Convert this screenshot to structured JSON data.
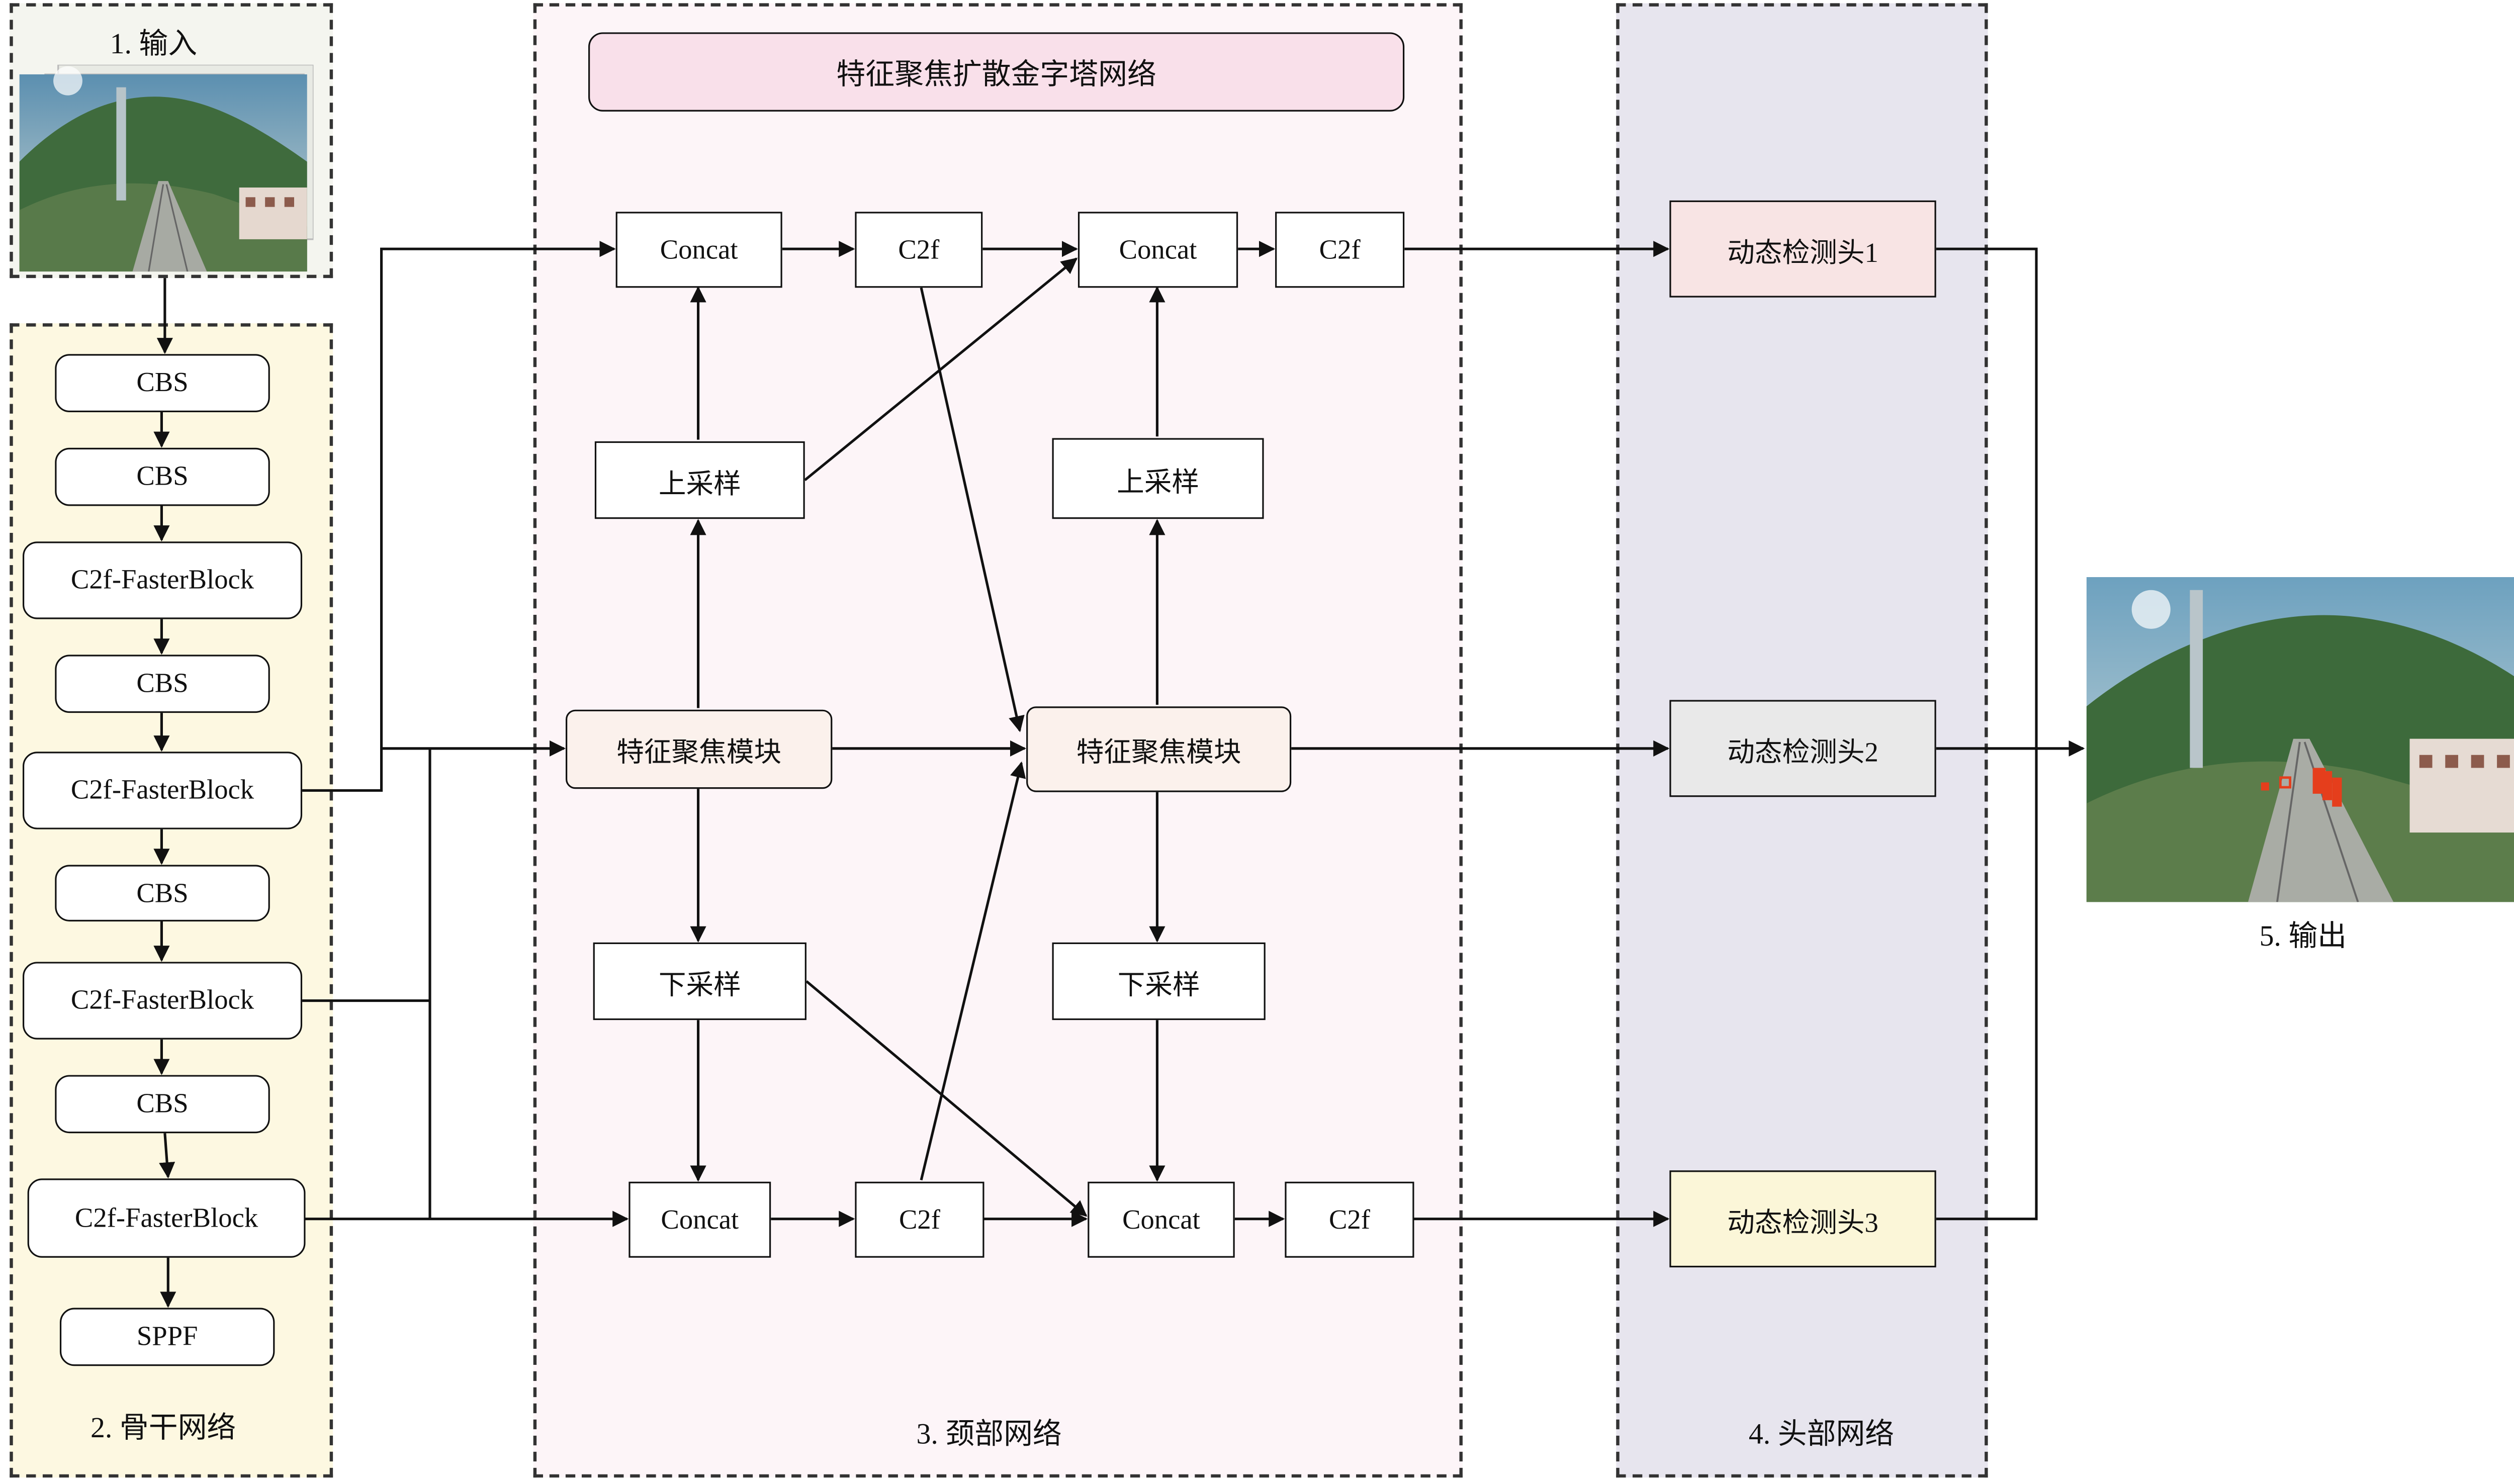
{
  "sections": {
    "input": "1. 输入",
    "backbone": "2. 骨干网络",
    "neck": "3. 颈部网络",
    "head": "4. 头部网络",
    "output": "5. 输出"
  },
  "neck_title": "特征聚焦扩散金字塔网络",
  "backbone_blocks": [
    "CBS",
    "CBS",
    "C2f-FasterBlock",
    "CBS",
    "C2f-FasterBlock",
    "CBS",
    "C2f-FasterBlock",
    "CBS",
    "C2f-FasterBlock",
    "SPPF"
  ],
  "neck_nodes": {
    "concat": "Concat",
    "c2f": "C2f",
    "upsample": "上采样",
    "downsample": "下采样",
    "focus_module": "特征聚焦模块"
  },
  "detection_heads": [
    "动态检测头1",
    "动态检测头2",
    "动态检测头3"
  ],
  "colors": {
    "input_panel": "#f4f5ef",
    "backbone_panel": "#fdf8e1",
    "neck_panel": "#fdf5f8",
    "head_panel": "#e7e5ee",
    "title_box": "#f9e0ea",
    "focus_module": "#fbf1ec",
    "head1": "#f8e4e4",
    "head2": "#e9e9e9",
    "head3": "#fbf6d8"
  }
}
